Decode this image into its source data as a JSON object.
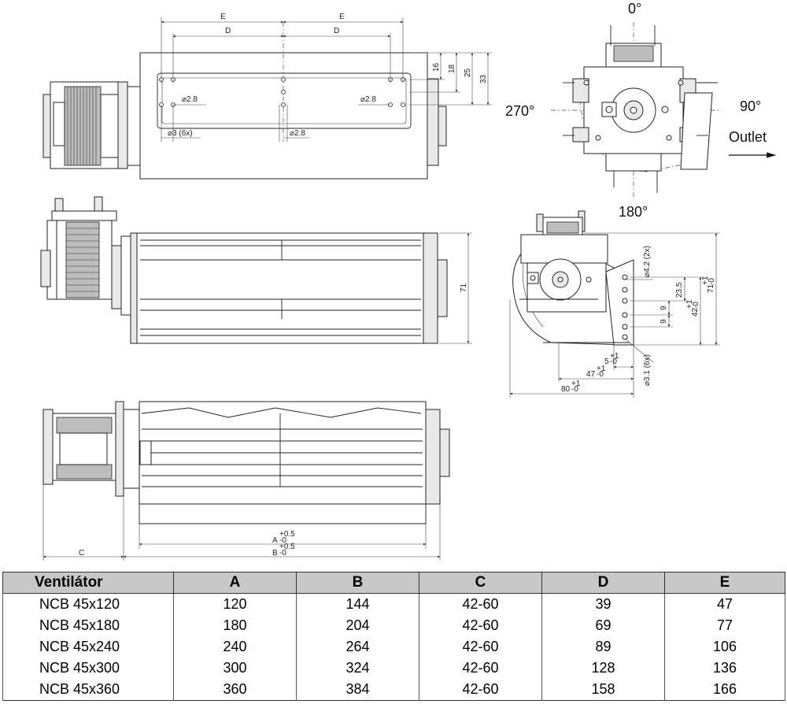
{
  "views": {
    "top": {
      "dims": {
        "e_left": "E",
        "e_right": "E",
        "d_left": "D",
        "d_right": "D",
        "d16": "16",
        "d18": "18",
        "d25": "25",
        "d33": "33",
        "hole_left": "⌀2.8",
        "hole_right": "⌀2.8",
        "hole_center": "⌀2.8",
        "holes_6x": "⌀3 (6x)"
      }
    },
    "side": {
      "dims": {
        "h71": "71"
      }
    },
    "front": {
      "dims": {
        "a": "A",
        "a_tol": "+0.5",
        "a_tol_low": "-0",
        "b": "B",
        "b_tol": "+0.5",
        "b_tol_low": "-0",
        "c": "C"
      }
    },
    "end_top": {
      "angles": {
        "top": "0°",
        "left": "270°",
        "right": "90°"
      },
      "outlet": "Outlet"
    },
    "end_bottom": {
      "angle": "180°",
      "dims": {
        "holes_2x": "⌀4.2 (2x)",
        "holes_6x": "⌀3.1 (6x)",
        "h71": "71",
        "h71_tol": "+1",
        "h71_tol_low": "-0",
        "h42": "42",
        "h42_tol": "+1",
        "h42_tol_low": "-0",
        "d23_5": "23.5",
        "d9a": "9",
        "d9b": "9",
        "w5": "5",
        "w5_tol": "+1",
        "w5_tol_low": "-0",
        "w47": "47",
        "w47_tol": "+1",
        "w47_tol_low": "-0",
        "w80": "80",
        "w80_tol": "+1",
        "w80_tol_low": "-0"
      }
    }
  },
  "table": {
    "headers": [
      "Ventilátor",
      "A",
      "B",
      "C",
      "D",
      "E"
    ],
    "rows": [
      [
        "NCB 45x120",
        "120",
        "144",
        "42-60",
        "39",
        "47"
      ],
      [
        "NCB 45x180",
        "180",
        "204",
        "42-60",
        "69",
        "77"
      ],
      [
        "NCB 45x240",
        "240",
        "264",
        "42-60",
        "89",
        "106"
      ],
      [
        "NCB 45x300",
        "300",
        "324",
        "42-60",
        "128",
        "136"
      ],
      [
        "NCB 45x360",
        "360",
        "384",
        "42-60",
        "158",
        "166"
      ]
    ]
  }
}
